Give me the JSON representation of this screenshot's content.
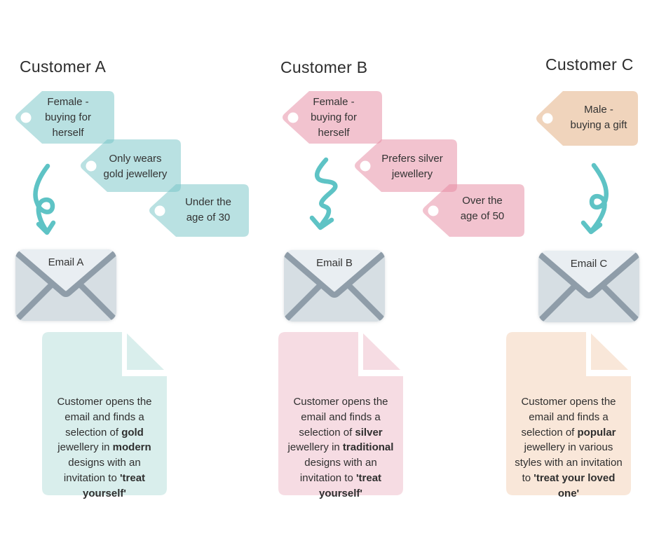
{
  "colors": {
    "tag_teal_base": "#73c3c5",
    "tag_pink_base": "#e5879f",
    "tag_peach_base": "#e1a979",
    "arrow_teal": "#5ec3c5",
    "note_teal": "#d9eeec",
    "note_pink": "#f6dce3",
    "note_peach": "#f9e7d9",
    "env_body": "#d6dee3",
    "env_flap": "#e9eef2",
    "env_line": "#8f9da9",
    "text": "#333333",
    "title": "#2d2d2d"
  },
  "columns": [
    {
      "title": "Customer A",
      "tags": [
        {
          "lines": [
            "Female -",
            "buying for",
            "herself"
          ]
        },
        {
          "lines": [
            "Only wears",
            "gold jewellery"
          ]
        },
        {
          "lines": [
            "Under the",
            "age of 30"
          ]
        }
      ],
      "arrow": "curl-arrow",
      "email_label": "Email A",
      "note": {
        "segments": [
          {
            "text": "Customer opens the email and finds a selection of "
          },
          {
            "text": "gold",
            "bold": true
          },
          {
            "text": " jewellery in "
          },
          {
            "text": "modern",
            "bold": true
          },
          {
            "text": " designs with an invitation to "
          },
          {
            "text": "'treat yourself'",
            "bold": true
          }
        ]
      }
    },
    {
      "title": "Customer B",
      "tags": [
        {
          "lines": [
            "Female -",
            "buying for",
            "herself"
          ]
        },
        {
          "lines": [
            "Prefers silver",
            "jewellery"
          ]
        },
        {
          "lines": [
            "Over the",
            "age of 50"
          ]
        }
      ],
      "arrow": "zigzag-arrow",
      "email_label": "Email B",
      "note": {
        "segments": [
          {
            "text": "Customer opens the email and finds a selection of "
          },
          {
            "text": "silver",
            "bold": true
          },
          {
            "text": " jewellery in "
          },
          {
            "text": "traditional",
            "bold": true
          },
          {
            "text": " designs with an invitation to "
          },
          {
            "text": "'treat yourself'",
            "bold": true
          }
        ]
      }
    },
    {
      "title": "Customer C",
      "tags": [
        {
          "lines": [
            "Male -",
            "buying a gift"
          ]
        }
      ],
      "arrow": "curl-arrow",
      "email_label": "Email C",
      "note": {
        "segments": [
          {
            "text": "Customer opens the email and finds a selection of "
          },
          {
            "text": "popular",
            "bold": true
          },
          {
            "text": " jewellery in various styles with an invitation to "
          },
          {
            "text": "'treat your loved one'",
            "bold": true
          }
        ]
      }
    }
  ]
}
